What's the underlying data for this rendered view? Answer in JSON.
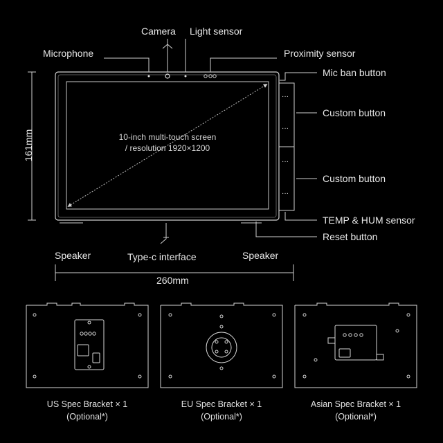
{
  "labels": {
    "camera": "Camera",
    "light_sensor": "Light sensor",
    "microphone": "Microphone",
    "proximity_sensor": "Proximity sensor",
    "mic_ban_button": "Mic ban button",
    "custom_button_1": "Custom button",
    "custom_button_2": "Custom button",
    "temp_hum_sensor": "TEMP & HUM sensor",
    "reset_button": "Reset button",
    "speaker_left": "Speaker",
    "speaker_right": "Speaker",
    "typec_interface": "Type-c interface",
    "screen_line1": "10-inch multi-touch screen",
    "screen_line2": "/ resolution 1920×1200",
    "height_dim": "161mm",
    "width_dim": "260mm",
    "button_dots": "···"
  },
  "brackets": [
    {
      "name": "US Spec Bracket × 1",
      "note": "(Optional*)"
    },
    {
      "name": "EU Spec Bracket × 1",
      "note": "(Optional*)"
    },
    {
      "name": "Asian Spec Bracket × 1",
      "note": "(Optional*)"
    }
  ],
  "colors": {
    "background": "#000000",
    "line": "#cfcfcf",
    "text": "#e8e8e8"
  }
}
